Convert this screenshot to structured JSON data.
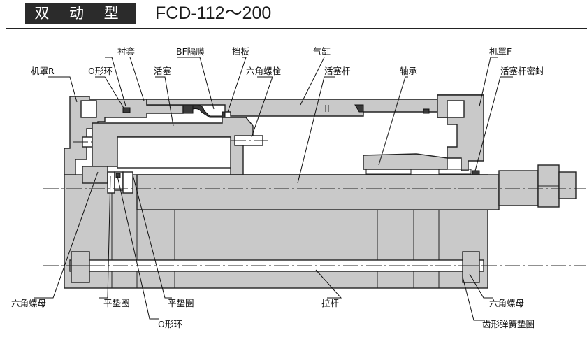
{
  "header": {
    "badge": "双 动 型",
    "model": "FCD-112～200"
  },
  "labels": {
    "lining": "衬套",
    "bf_diaphragm": "BF隔膜",
    "stopper": "挡板",
    "cylinder_tube": "气缸",
    "cover_f": "机罩F",
    "cover_r": "机罩R",
    "o_ring_top": "O形环",
    "piston": "活塞",
    "hex_bolt": "六角螺栓",
    "piston_rod": "活塞杆",
    "bearing": "轴承",
    "rod_seal": "活塞杆密封",
    "hex_nut_left": "六角螺母",
    "flat_washer_1": "平垫圈",
    "flat_washer_2": "平垫圈",
    "o_ring_bottom": "O形环",
    "tie_rod": "拉杆",
    "hex_nut_right": "六角螺母",
    "tooth_lock_washer": "齿形弹簧垫圈"
  },
  "colors": {
    "section_fill": "#c9c9c9",
    "seal_fill": "#3a3a3a",
    "badge_bg": "#2b2b2b"
  }
}
